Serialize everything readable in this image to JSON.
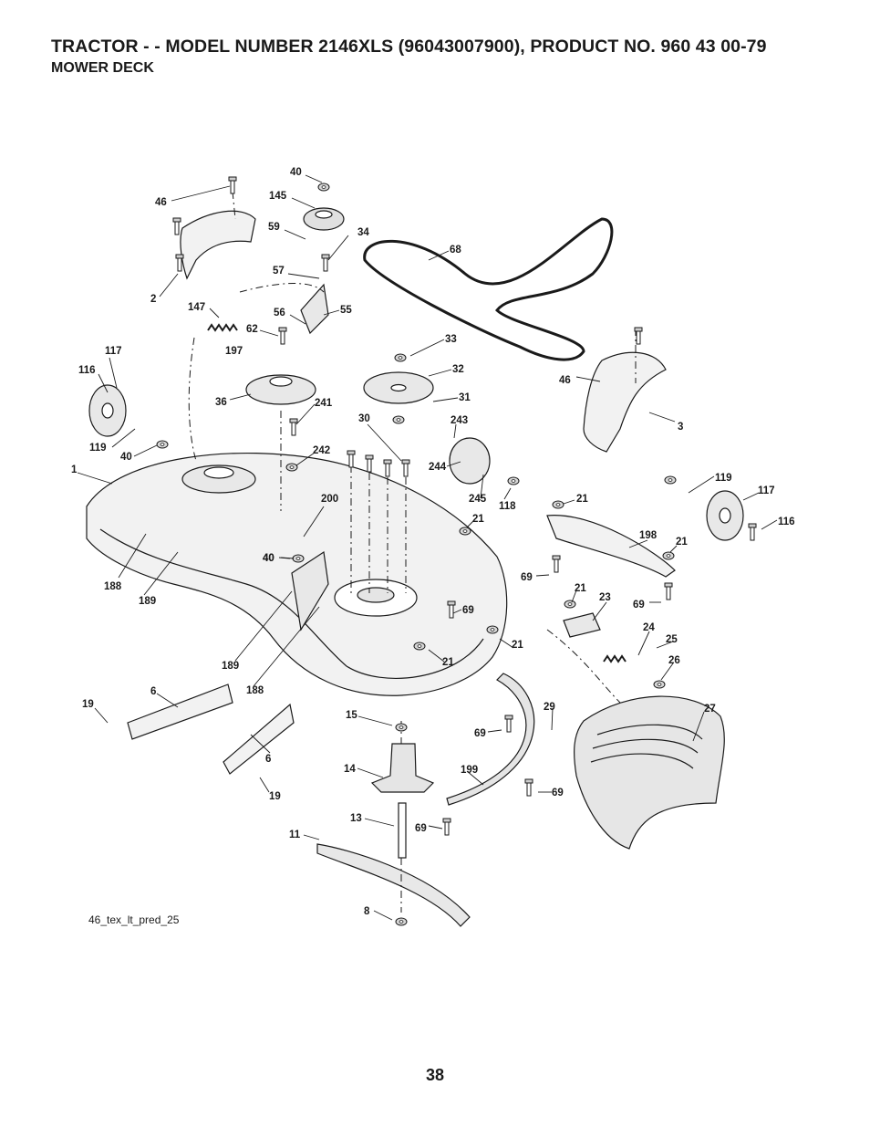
{
  "header": {
    "title": "TRACTOR - - MODEL NUMBER 2146XLS (96043007900), PRODUCT NO. 960 43 00-79",
    "subtitle": "MOWER DECK"
  },
  "diagram": {
    "code": "46_tex_lt_pred_25",
    "callouts": [
      "40",
      "145",
      "46",
      "59",
      "34",
      "68",
      "57",
      "2",
      "147",
      "56",
      "55",
      "62",
      "197",
      "33",
      "117",
      "36",
      "241",
      "32",
      "116",
      "31",
      "46",
      "30",
      "243",
      "3",
      "119",
      "40",
      "242",
      "244",
      "1",
      "200",
      "40",
      "119",
      "245",
      "118",
      "21",
      "117",
      "21",
      "116",
      "198",
      "21",
      "188",
      "40",
      "189",
      "69",
      "21",
      "23",
      "69",
      "69",
      "24",
      "25",
      "189",
      "21",
      "21",
      "26",
      "188",
      "6",
      "19",
      "29",
      "27",
      "15",
      "69",
      "6",
      "14",
      "199",
      "19",
      "69",
      "13",
      "69",
      "11",
      "8"
    ],
    "colors": {
      "ink": "#1a1a1a",
      "part_fill": "#f2f2f2",
      "shade": "#bdbdbd"
    }
  },
  "footer": {
    "page_number": "38"
  }
}
